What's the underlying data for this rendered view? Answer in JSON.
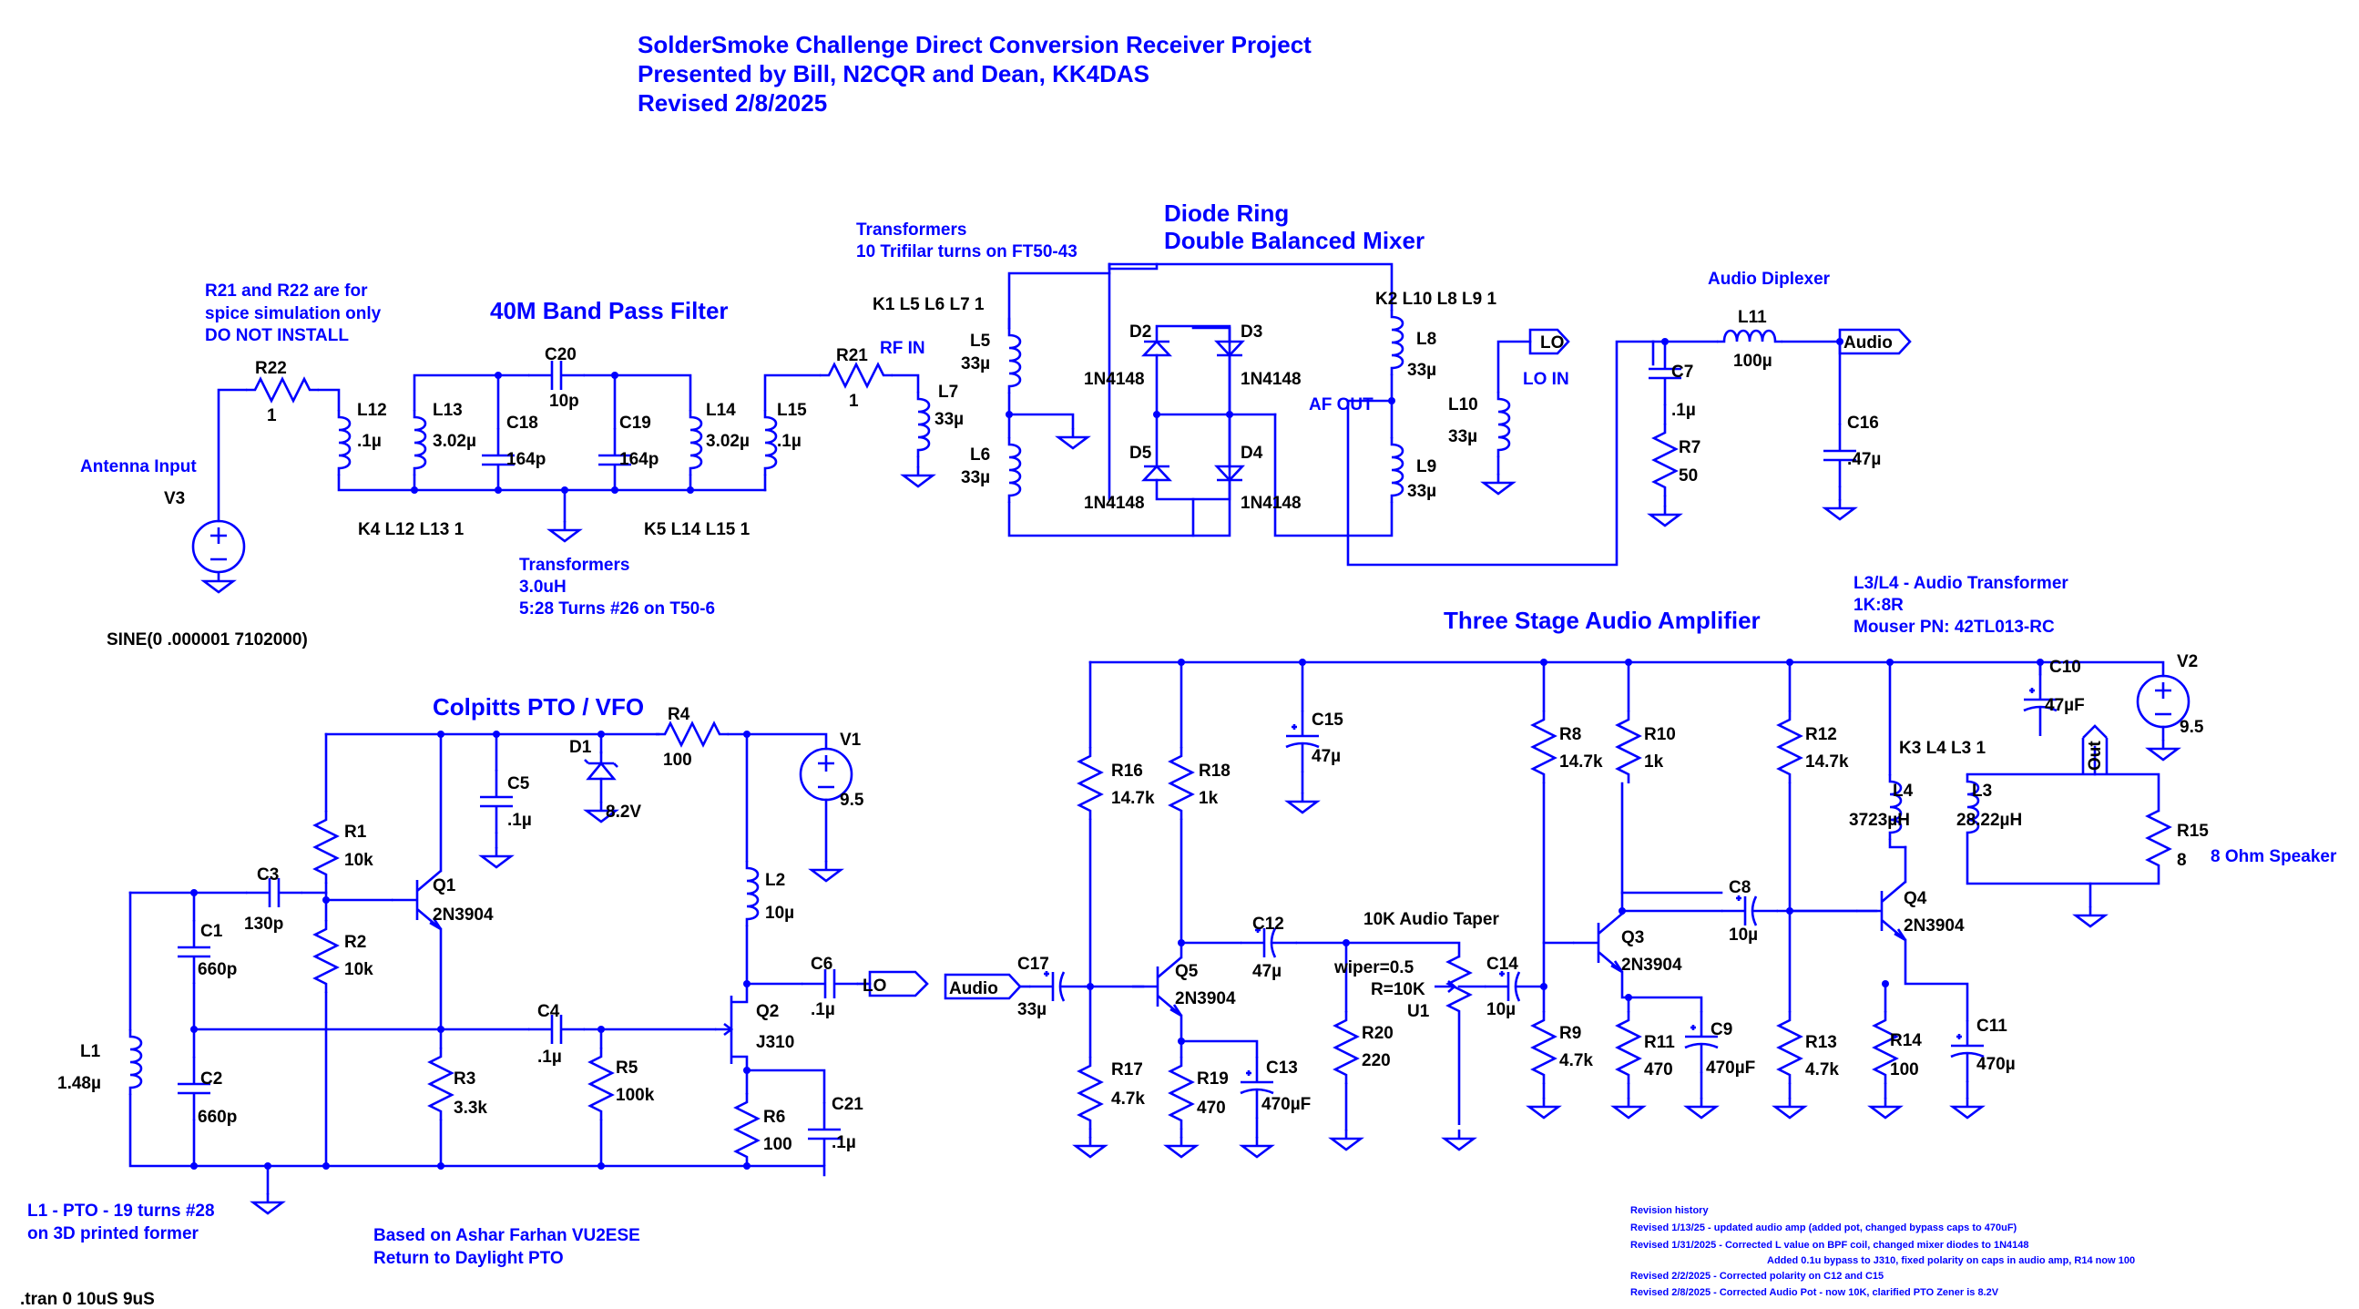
{
  "title": {
    "line1": "SolderSmoke Challenge Direct Conversion Receiver Project",
    "line2": "Presented by Bill, N2CQR and Dean, KK4DAS",
    "line3": "Revised 2/8/2025"
  },
  "notes": {
    "r21_r22_1": "R21 and R22 are for",
    "r21_r22_2": "spice simulation only",
    "r21_r22_3": "DO NOT INSTALL",
    "bpf_heading": "40M Band Pass Filter",
    "antenna_input": "Antenna Input",
    "sine": "SINE(0 .000001 7102000)",
    "bpf_xfmr_1": "Transformers",
    "bpf_xfmr_2": "3.0uH",
    "bpf_xfmr_3": "5:28 Turns #26 on T50-6",
    "mix_xfmr_1": "Transformers",
    "mix_xfmr_2": "10 Trifilar turns on FT50-43",
    "mixer_heading_1": "Diode Ring",
    "mixer_heading_2": "Double Balanced Mixer",
    "rf_in": "RF IN",
    "af_out": "AF OUT",
    "lo_in": "LO IN",
    "audio_diplexer": "Audio Diplexer",
    "pto_heading": "Colpitts PTO / VFO",
    "l1_note_1": "L1 - PTO - 19 turns #28",
    "l1_note_2": "on 3D printed former",
    "based_on_1": "Based on Ashar Farhan VU2ESE",
    "based_on_2": "Return to Daylight PTO",
    "tran": ".tran 0 10uS 9uS",
    "amp_heading": "Three Stage Audio Amplifier",
    "audio_xfmr_1": "L3/L4 - Audio Transformer",
    "audio_xfmr_2": "1K:8R",
    "audio_xfmr_3": "Mouser PN: 42TL013-RC",
    "pot_label": "10K Audio Taper",
    "pot_wiper": "wiper=0.5",
    "pot_r": "R=10K",
    "pot_name": "U1",
    "speaker": "8 Ohm Speaker"
  },
  "coupling": {
    "k1": "K1 L5 L6 L7 1",
    "k2": "K2 L10 L8 L9 1",
    "k3": "K3 L4 L3 1",
    "k4": "K4 L12 L13 1",
    "k5": "K5 L14 L15 1"
  },
  "net_labels": {
    "lo_mixer": "LO",
    "lo_pto": "LO",
    "audio_out": "Audio",
    "audio_in": "Audio",
    "out": "Out"
  },
  "components": {
    "R22": {
      "name": "R22",
      "value": "1"
    },
    "R21": {
      "name": "R21",
      "value": "1"
    },
    "V3": {
      "name": "V3"
    },
    "L12": {
      "name": "L12",
      "value": ".1µ"
    },
    "L13": {
      "name": "L13",
      "value": "3.02µ"
    },
    "C18": {
      "name": "C18",
      "value": "164p"
    },
    "C20": {
      "name": "C20",
      "value": "10p"
    },
    "C19": {
      "name": "C19",
      "value": "164p"
    },
    "L14": {
      "name": "L14",
      "value": "3.02µ"
    },
    "L15": {
      "name": "L15",
      "value": ".1µ"
    },
    "L7": {
      "name": "L7",
      "value": "33µ"
    },
    "L5": {
      "name": "L5",
      "value": "33µ"
    },
    "L6": {
      "name": "L6",
      "value": "33µ"
    },
    "D2": {
      "name": "D2",
      "value": "1N4148"
    },
    "D3": {
      "name": "D3",
      "value": "1N4148"
    },
    "D5": {
      "name": "D5",
      "value": "1N4148"
    },
    "D4": {
      "name": "D4",
      "value": "1N4148"
    },
    "L8": {
      "name": "L8",
      "value": "33µ"
    },
    "L9": {
      "name": "L9",
      "value": "33µ"
    },
    "L10": {
      "name": "L10",
      "value": "33µ"
    },
    "C7": {
      "name": "C7",
      "value": ".1µ"
    },
    "R7": {
      "name": "R7",
      "value": "50"
    },
    "L11": {
      "name": "L11",
      "value": "100µ"
    },
    "C16": {
      "name": "C16",
      "value": ".47µ"
    },
    "R4": {
      "name": "R4",
      "value": "100"
    },
    "D1": {
      "name": "D1",
      "value": "8.2V"
    },
    "C5": {
      "name": "C5",
      "value": ".1µ"
    },
    "V1": {
      "name": "V1",
      "value": "9.5"
    },
    "R1": {
      "name": "R1",
      "value": "10k"
    },
    "R2": {
      "name": "R2",
      "value": "10k"
    },
    "Q1": {
      "name": "Q1",
      "value": "2N3904"
    },
    "C3": {
      "name": "C3",
      "value": "130p"
    },
    "C1": {
      "name": "C1",
      "value": "660p"
    },
    "C2": {
      "name": "C2",
      "value": "660p"
    },
    "L1": {
      "name": "L1",
      "value": "1.48µ"
    },
    "R3": {
      "name": "R3",
      "value": "3.3k"
    },
    "C4": {
      "name": "C4",
      "value": ".1µ"
    },
    "R5": {
      "name": "R5",
      "value": "100k"
    },
    "L2": {
      "name": "L2",
      "value": "10µ"
    },
    "C6": {
      "name": "C6",
      "value": ".1µ"
    },
    "Q2": {
      "name": "Q2",
      "value": "J310"
    },
    "R6": {
      "name": "R6",
      "value": "100"
    },
    "C21": {
      "name": "C21",
      "value": ".1µ"
    },
    "C17": {
      "name": "C17",
      "value": "33µ"
    },
    "R16": {
      "name": "R16",
      "value": "14.7k"
    },
    "R18": {
      "name": "R18",
      "value": "1k"
    },
    "C15": {
      "name": "C15",
      "value": "47µ"
    },
    "Q5": {
      "name": "Q5",
      "value": "2N3904"
    },
    "R17": {
      "name": "R17",
      "value": "4.7k"
    },
    "R19": {
      "name": "R19",
      "value": "470"
    },
    "C13": {
      "name": "C13",
      "value": "470µF"
    },
    "C12": {
      "name": "C12",
      "value": "47µ"
    },
    "R20": {
      "name": "R20",
      "value": "220"
    },
    "C14": {
      "name": "C14",
      "value": "10µ"
    },
    "R8": {
      "name": "R8",
      "value": "14.7k"
    },
    "R10": {
      "name": "R10",
      "value": "1k"
    },
    "Q3": {
      "name": "Q3",
      "value": "2N3904"
    },
    "R9": {
      "name": "R9",
      "value": "4.7k"
    },
    "R11": {
      "name": "R11",
      "value": "470"
    },
    "C9": {
      "name": "C9",
      "value": "470µF"
    },
    "C8": {
      "name": "C8",
      "value": "10µ"
    },
    "R12": {
      "name": "R12",
      "value": "14.7k"
    },
    "R13": {
      "name": "R13",
      "value": "4.7k"
    },
    "Q4": {
      "name": "Q4",
      "value": "2N3904"
    },
    "R14": {
      "name": "R14",
      "value": "100"
    },
    "C11": {
      "name": "C11",
      "value": "470µ"
    },
    "L4": {
      "name": "L4",
      "value": "3723µH"
    },
    "L3": {
      "name": "L3",
      "value": "28.22µH"
    },
    "C10": {
      "name": "C10",
      "value": "47µF"
    },
    "V2": {
      "name": "V2",
      "value": "9.5"
    },
    "R15": {
      "name": "R15",
      "value": "8"
    }
  },
  "revision_history": {
    "heading": "Revision history",
    "lines": [
      "Revised 1/13/25 - updated audio amp (added pot, changed bypass caps to 470uF)",
      "Revised 1/31/2025 - Corrected L value on BPF coil, changed mixer diodes to 1N4148",
      "Added 0.1u bypass to J310, fixed polarity on caps in audio amp, R14 now 100",
      "Revised 2/2/2025 - Corrected polarity on C12 and C15",
      "Revised 2/8/2025 - Corrected Audio Pot - now 10K,  clarified PTO Zener is 8.2V"
    ]
  },
  "colors": {
    "wire": "#0000ff",
    "text": "#000000",
    "background": "#ffffff"
  }
}
